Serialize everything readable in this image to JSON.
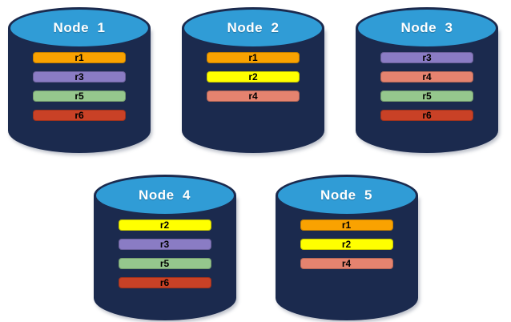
{
  "diagram": {
    "rows": [
      {
        "position": "top",
        "nodes": [
          {
            "label": "Node  1",
            "replicas": [
              "r1",
              "r3",
              "r5",
              "r6"
            ]
          },
          {
            "label": "Node  2",
            "replicas": [
              "r1",
              "r2",
              "r4"
            ]
          },
          {
            "label": "Node  3",
            "replicas": [
              "r3",
              "r4",
              "r5",
              "r6"
            ]
          }
        ]
      },
      {
        "position": "bottom",
        "nodes": [
          {
            "label": "Node  4",
            "replicas": [
              "r2",
              "r3",
              "r5",
              "r6"
            ]
          },
          {
            "label": "Node  5",
            "replicas": [
              "r1",
              "r2",
              "r4"
            ]
          }
        ]
      }
    ],
    "replica_colors": {
      "r1": "#F9A201",
      "r2": "#FFFF00",
      "r3": "#8A7CC4",
      "r4": "#E5836F",
      "r5": "#95C78D",
      "r6": "#C94126"
    },
    "cylinder": {
      "body_color": "#1B2A4E",
      "top_color": "#309CD6",
      "label_color": "#FFFFFF",
      "bar_text_color": "#000000"
    }
  }
}
